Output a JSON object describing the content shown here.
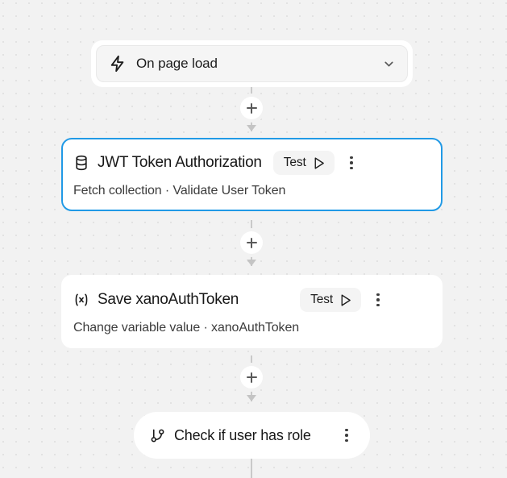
{
  "canvas": {
    "background_color": "#f2f2f2",
    "dot_color": "#e2e2e2",
    "accent_color": "#219ae6",
    "connector_color": "#c9c9c9"
  },
  "trigger": {
    "icon": "zap-icon",
    "label": "On page load",
    "chevron": "chevron-down-icon"
  },
  "connectors": [
    {
      "add_label": "+",
      "name": "add-step-1"
    },
    {
      "add_label": "+",
      "name": "add-step-2"
    },
    {
      "add_label": "+",
      "name": "add-step-3"
    }
  ],
  "steps": [
    {
      "icon": "database-icon",
      "title": "JWT Token Authorization",
      "subtitle": "Fetch collection · Validate User Token",
      "test_label": "Test",
      "test_icon": "play-icon",
      "menu_icon": "kebab-menu-icon",
      "selected": true
    },
    {
      "icon": "variable-icon",
      "title": "Save xanoAuthToken",
      "subtitle": "Change variable value · xanoAuthToken",
      "test_label": "Test",
      "test_icon": "play-icon",
      "menu_icon": "kebab-menu-icon",
      "selected": false
    }
  ],
  "branch": {
    "icon": "git-branch-icon",
    "label": "Check if user has role",
    "menu_icon": "kebab-menu-icon"
  }
}
